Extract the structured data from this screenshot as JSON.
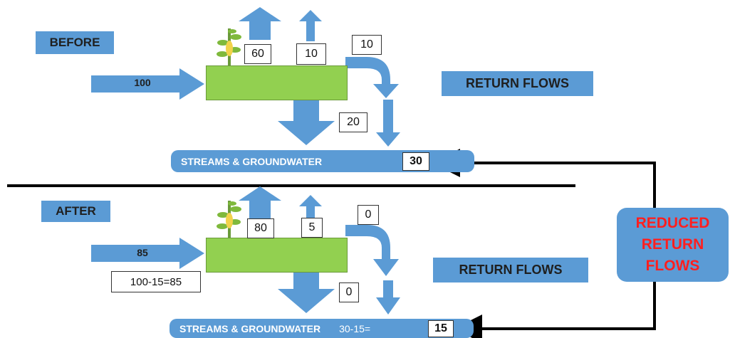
{
  "colors": {
    "water": "#5B9BD5",
    "field": "#92D050",
    "alert": "#ff1f1f",
    "line": "#000000"
  },
  "before": {
    "title": "BEFORE",
    "inflow": "100",
    "et_large": "60",
    "et_small": "10",
    "return_surface": "10",
    "deep_percolation": "20",
    "return_flows_label": "RETURN FLOWS",
    "streams_label": "STREAMS & GROUNDWATER",
    "streams_value": "30"
  },
  "after": {
    "title": "AFTER",
    "inflow": "85",
    "inflow_calc": "100-15=85",
    "et_large": "80",
    "et_small": "5",
    "return_surface": "0",
    "deep_percolation": "0",
    "return_flows_label": "RETURN FLOWS",
    "streams_label": "STREAMS & GROUNDWATER",
    "streams_calc": "30-15=",
    "streams_value": "15"
  },
  "reduced": {
    "line1": "REDUCED",
    "line2": "RETURN",
    "line3": "FLOWS"
  }
}
